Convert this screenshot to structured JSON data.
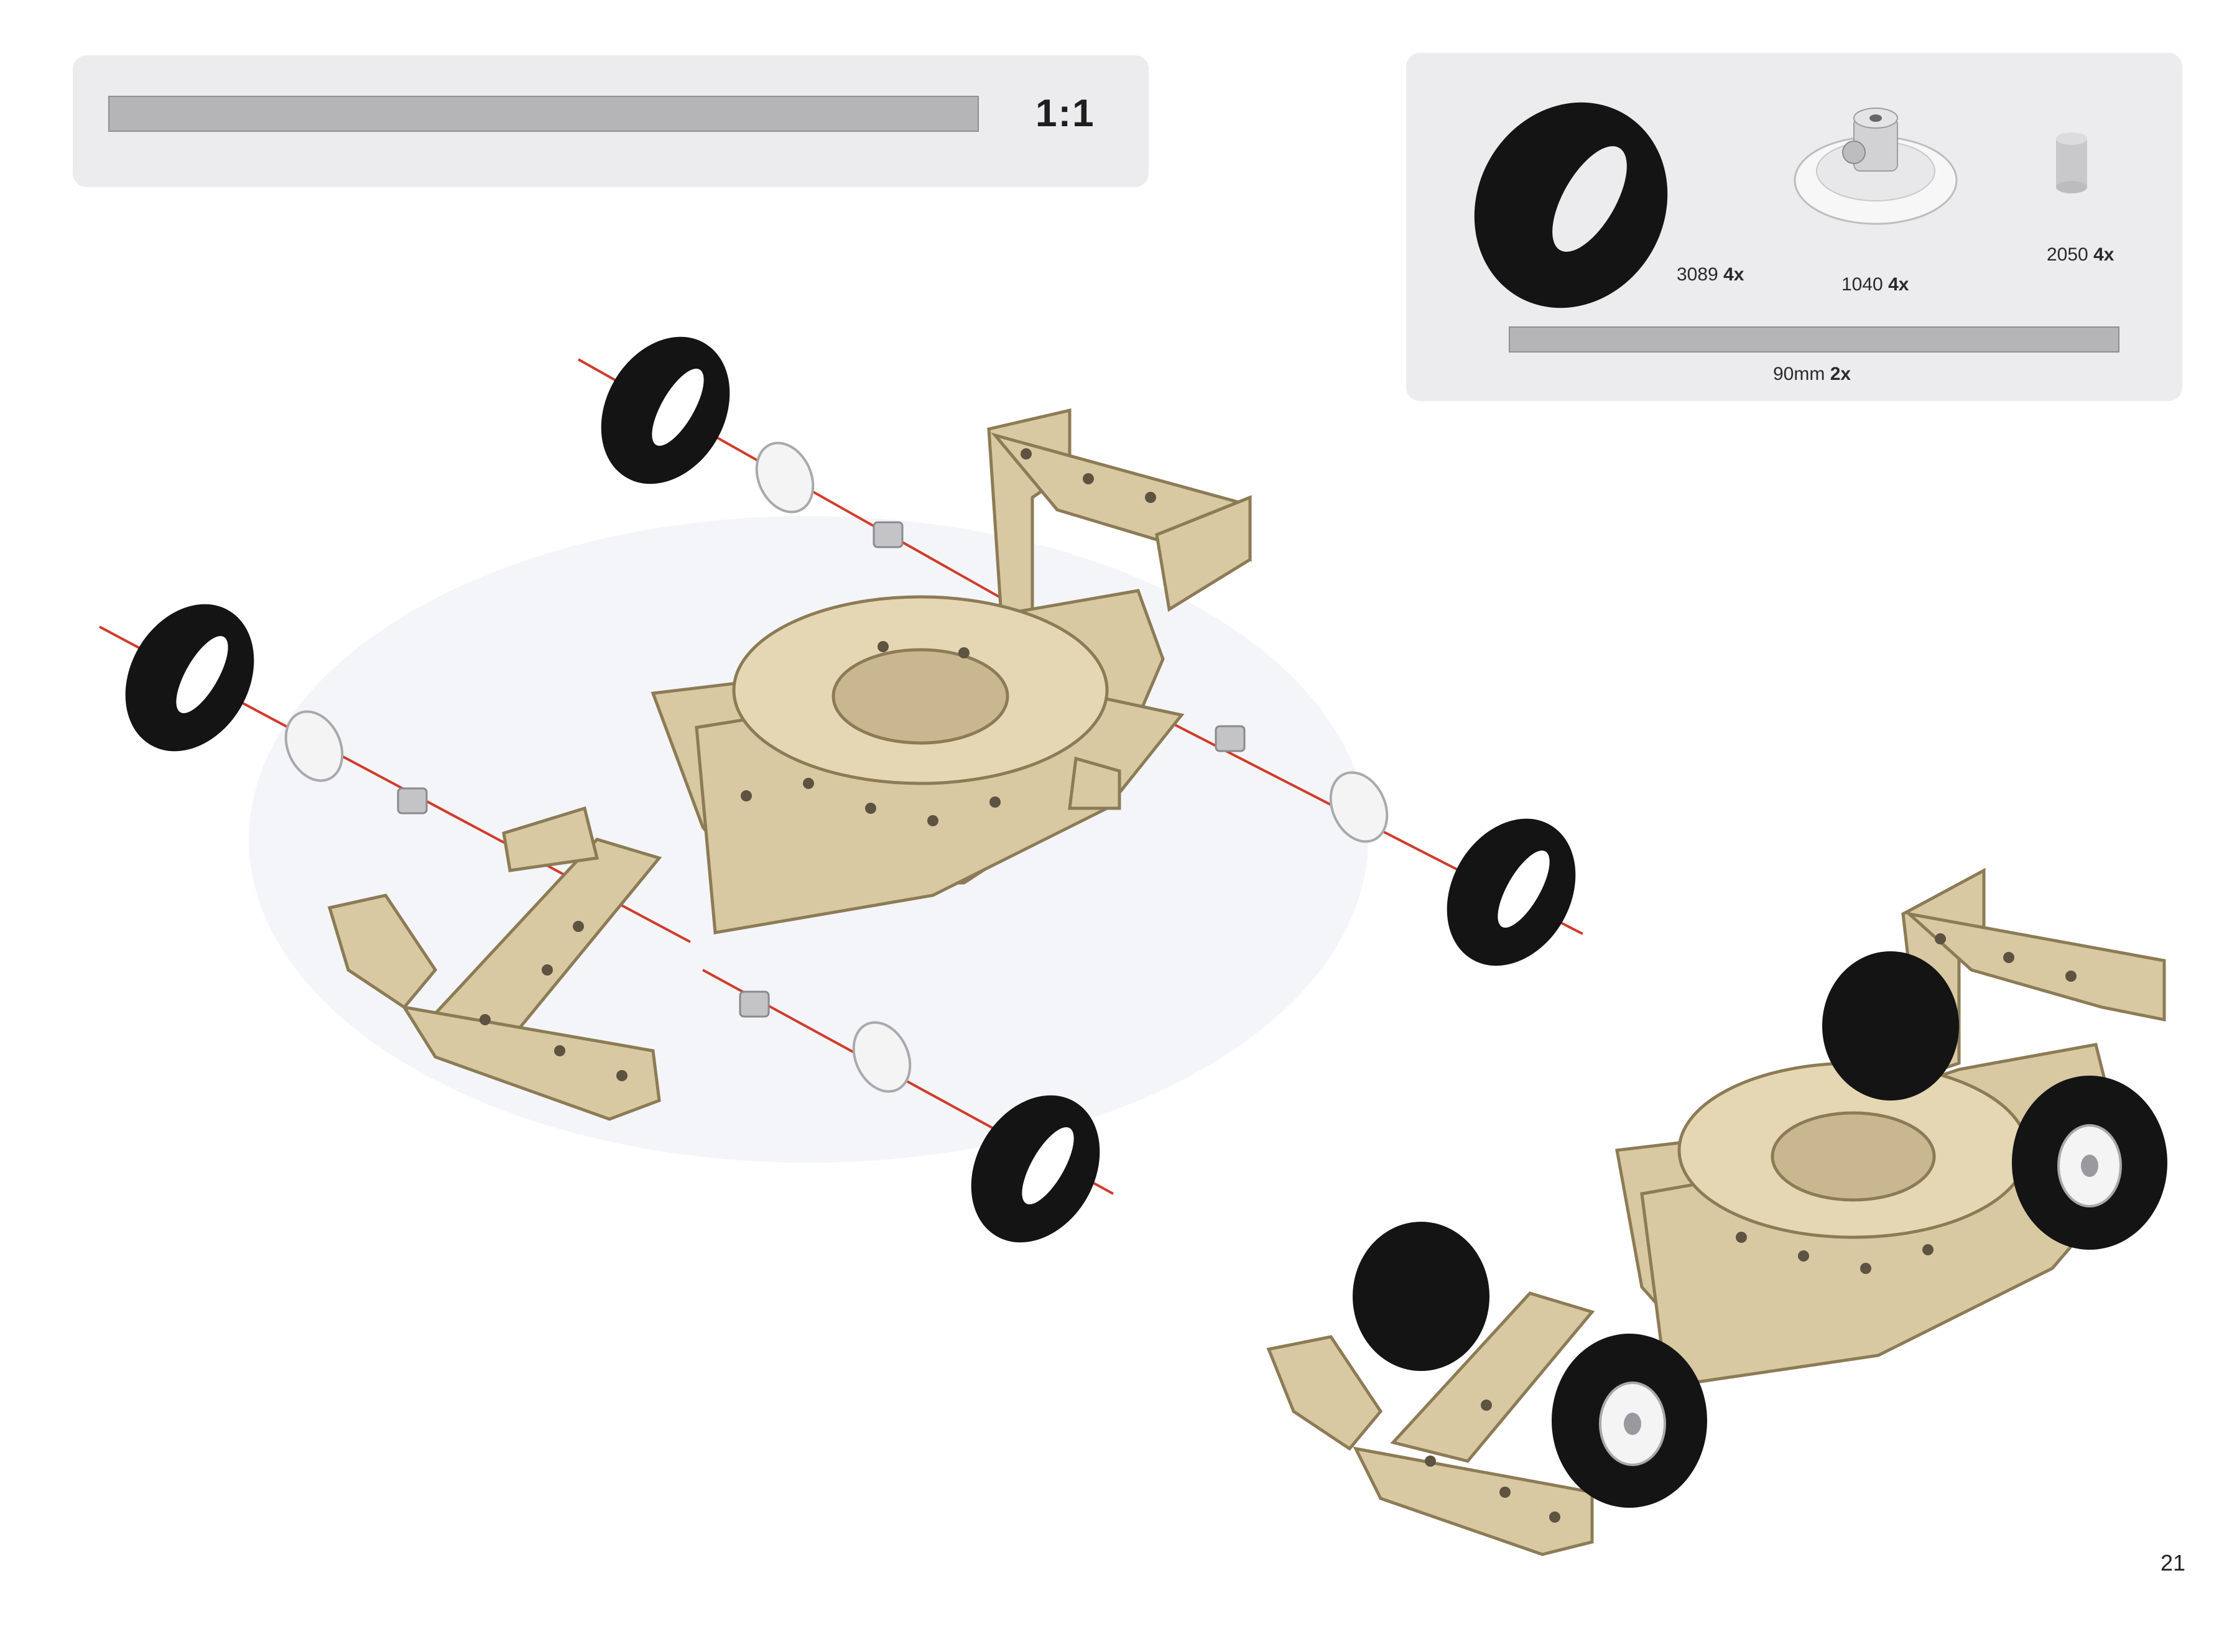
{
  "scale_box": {
    "scale": "1:1"
  },
  "parts_box": {
    "parts": [
      {
        "code": "3089",
        "qty": "4x",
        "icon": "tyre-icon"
      },
      {
        "code": "1040",
        "qty": "4x",
        "icon": "wheel-hub-icon"
      },
      {
        "code": "2050",
        "qty": "4x",
        "icon": "spacer-icon"
      }
    ],
    "rod": {
      "code": "90mm",
      "qty": "2x",
      "icon": "axle-rod-icon"
    }
  },
  "page": {
    "number": "21"
  },
  "colors": {
    "panel": "#ececee",
    "metal": "#d9c9a3",
    "tyre": "#151515",
    "axle_guide": "#d23a2a"
  }
}
